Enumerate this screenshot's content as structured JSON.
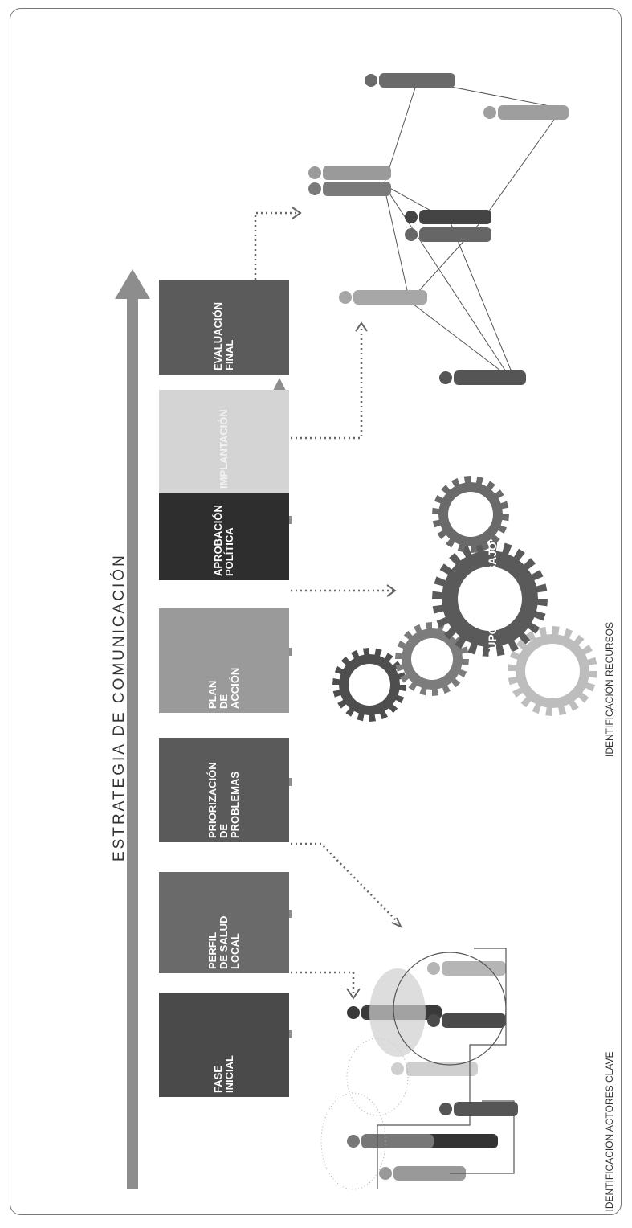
{
  "header_fragment": "",
  "strategy_title": "ESTRATEGIA DE COMUNICACIÓN",
  "stages": [
    {
      "id": "fase-inicial",
      "lines": [
        "FASE",
        "INICIAL"
      ],
      "color": "#4a4a4a"
    },
    {
      "id": "perfil",
      "lines": [
        "PERFIL",
        "DE SALUD",
        "LOCAL"
      ],
      "color": "#6a6a6a"
    },
    {
      "id": "priorizacion",
      "lines": [
        "PRIORIZACIÓN",
        "DE",
        "PROBLEMAS"
      ],
      "color": "#5a5a5a"
    },
    {
      "id": "plan",
      "lines": [
        "PLAN",
        "DE",
        "ACCIÓN"
      ],
      "color": "#9a9a9a"
    },
    {
      "id": "aprobacion",
      "lines": [
        "APROBACIÓN",
        "POLÍTICA"
      ],
      "color": "#2e2e2e"
    },
    {
      "id": "implantacion",
      "lines": [
        "IMPLANTACIÓN"
      ],
      "color": "#d4d4d4"
    },
    {
      "id": "evaluacion",
      "lines": [
        "EVALUACIÓN",
        "FINAL"
      ],
      "color": "#5b5b5b"
    }
  ],
  "gear_center_label": "GRUPOS DE TRABAJO",
  "bottom_labels": {
    "left": "IDENTIFICACIÓN ACTORES CLAVE",
    "right": "IDENTIFICACIÓN RECURSOS"
  },
  "colors": {
    "arrow": "#8a8a8a",
    "frame": "#777777",
    "dots": "#666666"
  }
}
